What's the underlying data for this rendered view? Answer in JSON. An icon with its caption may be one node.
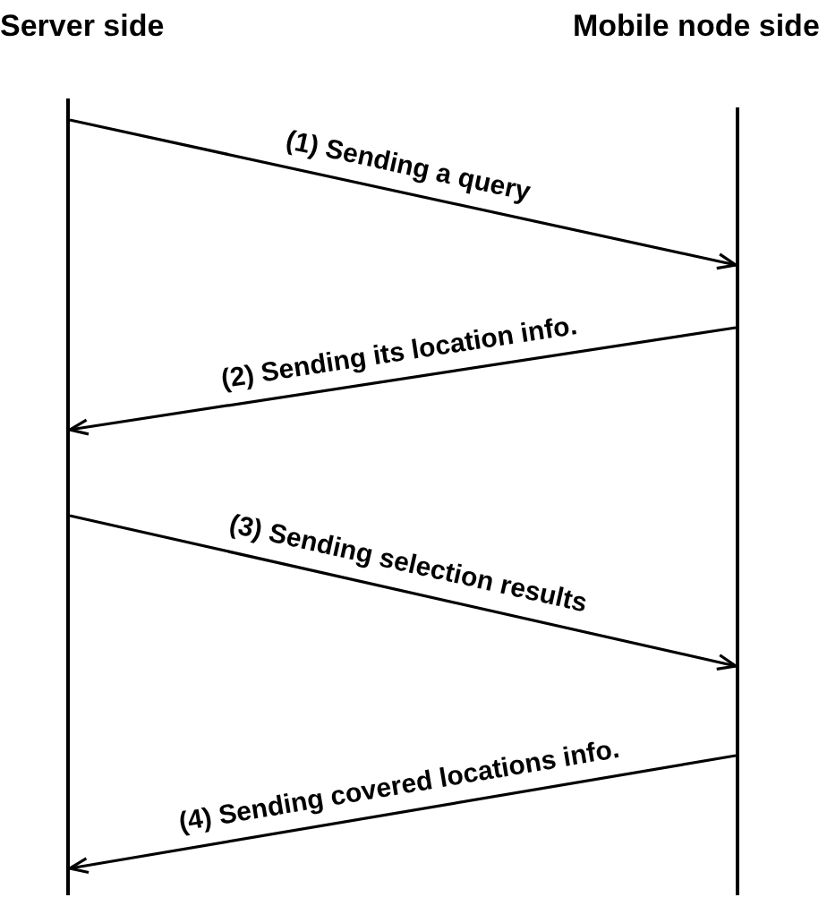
{
  "diagram": {
    "nodes": [
      {
        "text": [
          "Server side"
        ]
      },
      {
        "text": [
          "Mobile node side"
        ]
      }
    ],
    "edges": [
      {
        "from": 0,
        "to": 1,
        "arrow": "to",
        "label": "(1) Sending a query"
      },
      {
        "from": 1,
        "to": 0,
        "arrow": "to",
        "label": "(2) Sending its location info."
      },
      {
        "from": 0,
        "to": 1,
        "arrow": "to",
        "label": "(3) Sending selection results"
      },
      {
        "from": 1,
        "to": 0,
        "arrow": "to",
        "label": "(4) Sending covered locations info."
      }
    ]
  }
}
